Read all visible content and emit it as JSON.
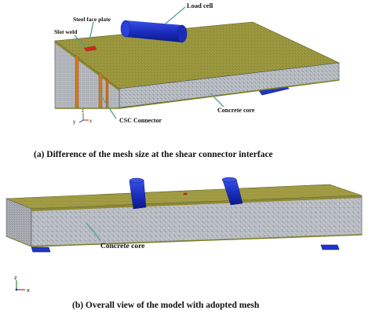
{
  "panel_a": {
    "labels": {
      "load_cell": "Load cell",
      "steel_face_plate": "Steel face plate",
      "slot_weld": "Slot weld",
      "csc_connector": "CSC Connector",
      "concrete_core": "Concrete core"
    },
    "caption": "(a) Difference of the mesh size at the shear connector interface",
    "triad": {
      "x": "x",
      "y": "y",
      "z": "z"
    }
  },
  "panel_b": {
    "labels": {
      "concrete_core": "Concrete core"
    },
    "caption": "(b) Overall view of the model with adopted mesh",
    "triad": {
      "x": "x",
      "z": "z"
    }
  },
  "colors": {
    "mesh_gray": "#bcc0c8",
    "face_olive": "#9e9a3e",
    "load_blue": "#1f35c8",
    "connector_orange": "#d07a1e",
    "leader_teal": "#5f9f98"
  }
}
